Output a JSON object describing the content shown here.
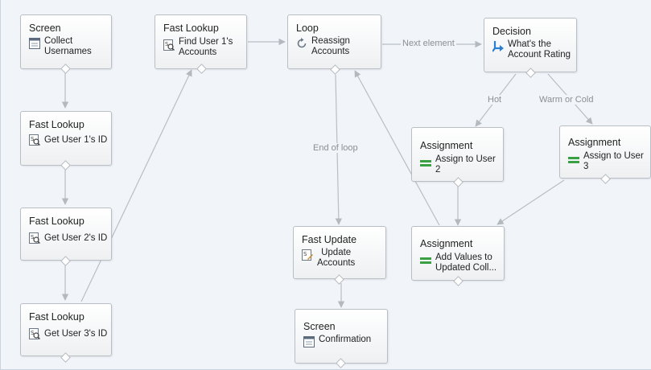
{
  "nodes": {
    "screen_collect": {
      "type": "Screen",
      "label": "Collect\nUsernames",
      "icon": "screen-icon"
    },
    "lookup_user1": {
      "type": "Fast Lookup",
      "label": "Get User 1's ID",
      "icon": "fast-lookup-icon"
    },
    "lookup_user2": {
      "type": "Fast Lookup",
      "label": "Get User 2's ID",
      "icon": "fast-lookup-icon"
    },
    "lookup_user3": {
      "type": "Fast Lookup",
      "label": "Get User 3's ID",
      "icon": "fast-lookup-icon"
    },
    "lookup_accounts": {
      "type": "Fast Lookup",
      "label": "Find User 1's\nAccounts",
      "icon": "fast-lookup-icon"
    },
    "loop_reassign": {
      "type": "Loop",
      "label": "Reassign\nAccounts",
      "icon": "loop-icon"
    },
    "decision_rating": {
      "type": "Decision",
      "label": "What's the\nAccount Rating",
      "icon": "decision-icon"
    },
    "assign_user2": {
      "type": "Assignment",
      "label": "Assign to User\n2",
      "icon": "assignment-icon"
    },
    "assign_user3": {
      "type": "Assignment",
      "label": "Assign to User\n3",
      "icon": "assignment-icon"
    },
    "assign_add": {
      "type": "Assignment",
      "label": "Add Values to\nUpdated Coll...",
      "icon": "assignment-icon"
    },
    "update_accounts": {
      "type": "Fast Update",
      "label": "Update\nAccounts",
      "icon": "fast-update-icon"
    },
    "screen_confirm": {
      "type": "Screen",
      "label": "Confirmation",
      "icon": "screen-icon"
    }
  },
  "edge_labels": {
    "next_element": "Next element",
    "hot": "Hot",
    "warm_or_cold": "Warm or Cold",
    "end_of_loop": "End of loop"
  },
  "colors": {
    "canvas": "#f1f5fa",
    "connector": "#b3b9bf",
    "assignment_icon": "#3aa043",
    "decision_icon": "#2a7ed3"
  }
}
